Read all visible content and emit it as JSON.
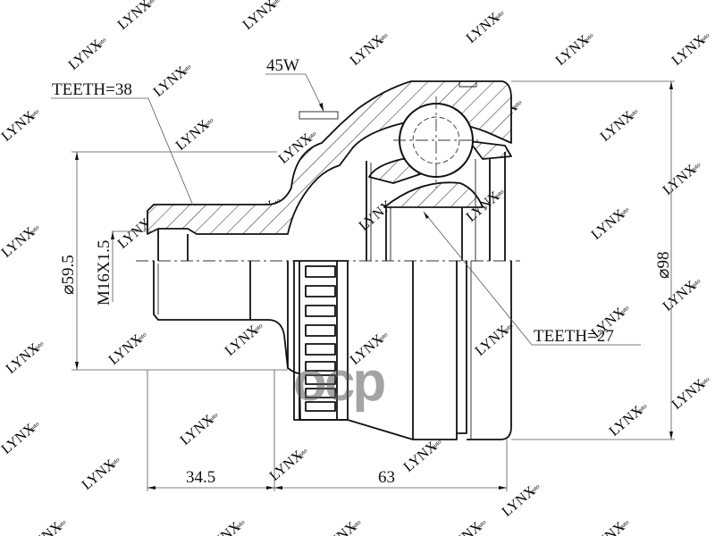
{
  "drawing": {
    "subject": "CV joint (outer) technical drawing",
    "annotations": {
      "teeth_outer": "TEETH=38",
      "groove": "45W",
      "teeth_inner": "TEETH=27",
      "thread": "M16X1.5",
      "diameter_small": "⌀59.5",
      "diameter_large": "⌀98",
      "length_stub": "34.5",
      "length_body": "63"
    },
    "colors": {
      "line": "#111111",
      "dimension": "#555555",
      "watermark": "#f2b6bd",
      "overlay_logo": "#5a5a5a"
    }
  },
  "watermark": {
    "brand": "LYNX",
    "sub": "auto",
    "overlay_logo": "ocp"
  }
}
